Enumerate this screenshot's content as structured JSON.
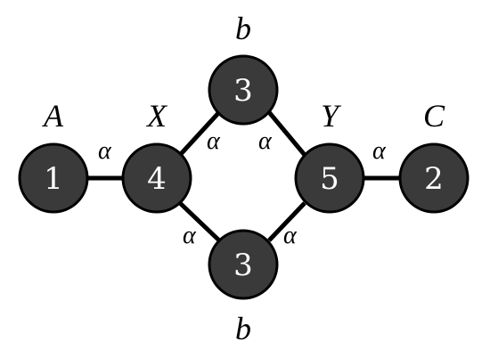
{
  "nodes": [
    {
      "id": "n1",
      "number": "1",
      "label": "A"
    },
    {
      "id": "n4",
      "number": "4",
      "label": "X"
    },
    {
      "id": "n3top",
      "number": "3",
      "label": "b"
    },
    {
      "id": "n3bot",
      "number": "3",
      "label": "b"
    },
    {
      "id": "n5",
      "number": "5",
      "label": "Y"
    },
    {
      "id": "n2",
      "number": "2",
      "label": "C"
    }
  ],
  "edges": [
    {
      "from": "n1",
      "to": "n4",
      "labels": [
        "α"
      ]
    },
    {
      "from": "n4",
      "to": "n3top",
      "labels": [
        "α"
      ]
    },
    {
      "from": "n3top",
      "to": "n5",
      "labels": [
        "α"
      ]
    },
    {
      "from": "n4",
      "to": "n3bot",
      "labels": [
        "α"
      ]
    },
    {
      "from": "n3bot",
      "to": "n5",
      "labels": [
        "α"
      ]
    },
    {
      "from": "n5",
      "to": "n2",
      "labels": [
        "α"
      ]
    }
  ],
  "colors": {
    "node_fill": "#3a3a3a",
    "node_text": "#ffffff",
    "edge": "#000000"
  }
}
